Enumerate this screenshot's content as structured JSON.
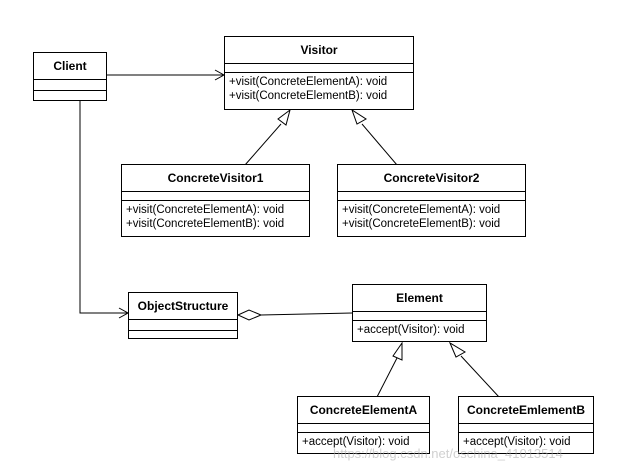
{
  "classes": {
    "client": {
      "name": "Client",
      "ops": []
    },
    "visitor": {
      "name": "Visitor",
      "ops": [
        "+visit(ConcreteElementA): void",
        "+visit(ConcreteElementB): void"
      ]
    },
    "concrete_visitor1": {
      "name": "ConcreteVisitor1",
      "ops": [
        "+visit(ConcreteElementA): void",
        "+visit(ConcreteElementB): void"
      ]
    },
    "concrete_visitor2": {
      "name": "ConcreteVisitor2",
      "ops": [
        "+visit(ConcreteElementA): void",
        "+visit(ConcreteElementB): void"
      ]
    },
    "object_structure": {
      "name": "ObjectStructure",
      "ops": []
    },
    "element": {
      "name": "Element",
      "ops": [
        "+accept(Visitor): void"
      ]
    },
    "concrete_element_a": {
      "name": "ConcreteElementA",
      "ops": [
        "+accept(Visitor): void"
      ]
    },
    "concrete_element_b": {
      "name": "ConcreteEmlementB",
      "ops": [
        "+accept(Visitor): void"
      ]
    }
  },
  "watermark": "https://blog.csdn.net/oschina_41013514"
}
